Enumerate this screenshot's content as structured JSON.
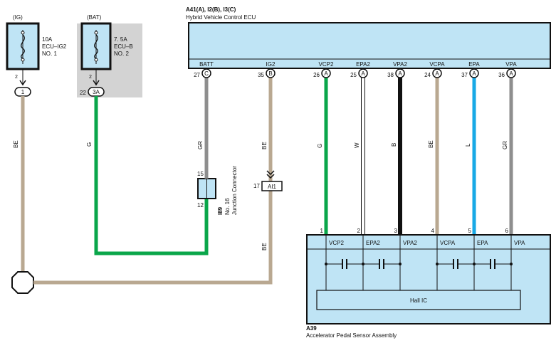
{
  "colors": {
    "ecu_fill": "#bfe4f5",
    "bat_shade": "#d3d3d3",
    "wire_be": "#b9a891",
    "wire_g": "#0aa64a",
    "wire_gr": "#8e8e8e",
    "wire_w": "#ffffff",
    "wire_b": "#111111",
    "wire_l": "#18a9e6"
  },
  "fuses": {
    "ig": {
      "supply": "(IG)",
      "amp": "10A",
      "name": "ECU–IG2",
      "no": "NO. 1",
      "pin": "2",
      "conn": "1"
    },
    "bat": {
      "supply": "(BAT)",
      "amp": "7. 5A",
      "name": "ECU–B",
      "no": "NO. 2",
      "pin": "2",
      "conn_pin": "22",
      "conn": "3A"
    }
  },
  "ecu": {
    "code": "A41(A), I2(B), I3(C)",
    "name": "Hybrid Vehicle Control ECU",
    "terminals": [
      {
        "name": "BATT",
        "pin": "27",
        "conn": "C",
        "wire": "GR",
        "icon": "ecu-terminal-batt"
      },
      {
        "name": "IG2",
        "pin": "35",
        "conn": "B",
        "wire": "BE",
        "icon": "ecu-terminal-ig2"
      },
      {
        "name": "VCP2",
        "pin": "26",
        "conn": "A",
        "wire": "G",
        "icon": "ecu-terminal-vcp2"
      },
      {
        "name": "EPA2",
        "pin": "25",
        "conn": "A",
        "wire": "W",
        "icon": "ecu-terminal-epa2"
      },
      {
        "name": "VPA2",
        "pin": "38",
        "conn": "A",
        "wire": "B",
        "icon": "ecu-terminal-vpa2"
      },
      {
        "name": "VCPA",
        "pin": "24",
        "conn": "A",
        "wire": "BE",
        "icon": "ecu-terminal-vcpa"
      },
      {
        "name": "EPA",
        "pin": "37",
        "conn": "A",
        "wire": "L",
        "icon": "ecu-terminal-epa"
      },
      {
        "name": "VPA",
        "pin": "36",
        "conn": "A",
        "wire": "GR",
        "icon": "ecu-terminal-vpa"
      }
    ]
  },
  "wires": {
    "ig_be": "BE",
    "bat_g": "G",
    "ai1_be": "BE"
  },
  "junction": {
    "code": "I89",
    "no": "No. 16",
    "name": "Junction Connector",
    "pin_top": "15",
    "pin_bottom": "12"
  },
  "inline_connector": {
    "pin": "17",
    "name": "AI1"
  },
  "sensor": {
    "code": "A39",
    "name": "Accelerator Pedal Sensor Assembly",
    "ic": "Hall IC",
    "pins": [
      {
        "num": "1",
        "name": "VCP2"
      },
      {
        "num": "2",
        "name": "EPA2"
      },
      {
        "num": "3",
        "name": "VPA2"
      },
      {
        "num": "4",
        "name": "VCPA"
      },
      {
        "num": "5",
        "name": "EPA"
      },
      {
        "num": "6",
        "name": "VPA"
      }
    ]
  }
}
